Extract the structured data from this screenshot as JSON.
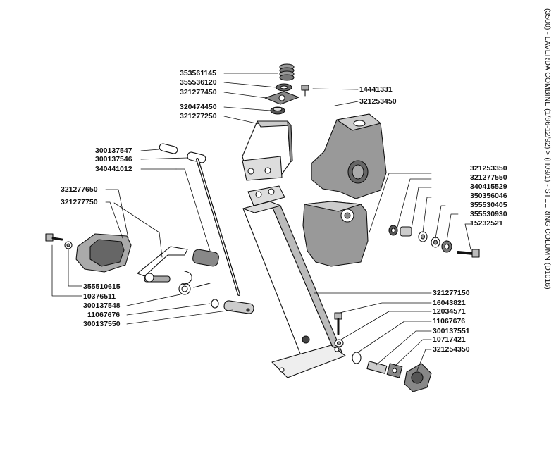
{
  "title": "(3500) - LAVERDA COMBINE (1/86-12/92) > (H09/1) - STEERING COLUMN (D1016)",
  "labels": {
    "p353561145": "353561145",
    "p355536120": "355536120",
    "p321277450": "321277450",
    "p320474450": "320474450",
    "p321277250": "321277250",
    "p14441331": "14441331",
    "p321253450": "321253450",
    "p300137547": "300137547",
    "p300137546": "300137546",
    "p340441012": "340441012",
    "p321277650": "321277650",
    "p321277750": "321277750",
    "p355510615": "355510615",
    "p10376511": "10376511",
    "p300137548": "300137548",
    "p11067676a": "11067676",
    "p300137550": "300137550",
    "p321253350": "321253350",
    "p321277550": "321277550",
    "p340415529": "340415529",
    "p350356046": "350356046",
    "p355530405": "355530405",
    "p355530930": "355530930",
    "p15232521": "15232521",
    "p321277150": "321277150",
    "p16043821": "16043821",
    "p12034571": "12034571",
    "p11067676b": "11067676",
    "p300137551": "300137551",
    "p10717421": "10717421",
    "p321254350": "321254350"
  }
}
